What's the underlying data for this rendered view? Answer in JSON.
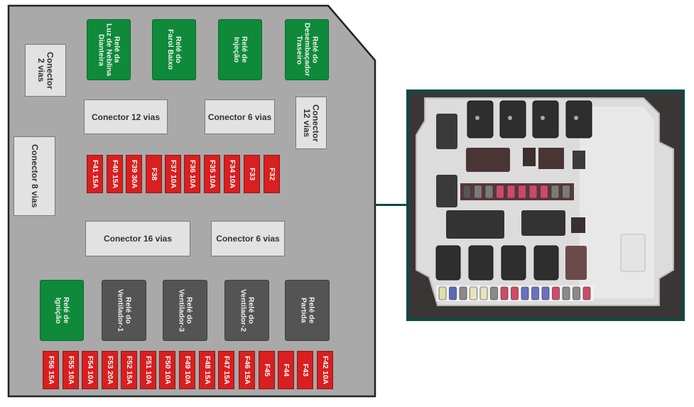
{
  "diagram": {
    "title": "Fuse/relay box layout",
    "colors": {
      "panel": "#a9a9a9",
      "frame": "#222222",
      "relay_green": "#0e8a3a",
      "relay_gray": "#555454",
      "fuse_red": "#d91f1f",
      "connector": "#e2e2e2",
      "leader": "#0b4a44"
    },
    "connectors": {
      "c2": "Conector\n2 vias",
      "c12_top": "Conector 12 vias",
      "c6_top": "Conector 6 vias",
      "c12_right": "Conector\n12 vias",
      "c8": "Conector 8 vias",
      "c16": "Conector 16 vias",
      "c6_mid": "Conector 6 vias"
    },
    "relays_top": [
      "Relé da\nLuz de Neblina\nDianteira",
      "Relé do\nFarol Baixo",
      "Relé de\nInjeção",
      "Relé do\nDesembaçador\nTraseiro"
    ],
    "relays_bottom": [
      {
        "label": "Relé de\nIgnição",
        "color": "green"
      },
      {
        "label": "Relé do\nVentilador-1",
        "color": "gray"
      },
      {
        "label": "Relé do\nVentilador-3",
        "color": "gray"
      },
      {
        "label": "Relé do\nVentilador-2",
        "color": "gray"
      },
      {
        "label": "Relé de\nPartida",
        "color": "gray"
      }
    ],
    "fuses_middle": [
      "F41 15A",
      "F40 15A",
      "F39 30A",
      "F38",
      "F37 10A",
      "F36 10A",
      "F35 10A",
      "F34 10A",
      "F33",
      "F32"
    ],
    "fuses_bottom": [
      "F56 15A",
      "F55 10A",
      "F54 10A",
      "F53 20A",
      "F52 15A",
      "F51 10A",
      "F50 10A",
      "F49 10A",
      "F48 15A",
      "F47 15A",
      "F46 15A",
      "F45",
      "F44",
      "F43",
      "F42 10A"
    ]
  },
  "photo": {
    "description": "Photograph of the actual fuse/relay box",
    "fuse_colors_middle_row": [
      "#555555",
      "#7a7a7a",
      "#7a7a7a",
      "#c94a6a",
      "#c94a6a",
      "#c94a6a",
      "#c94a6a",
      "#c94a6a",
      "#7a7a7a",
      "#7a7a7a"
    ],
    "fuse_colors_bottom_row": [
      "#e0dcb0",
      "#5a6ab8",
      "#8a8a8a",
      "#e8e2c0",
      "#e8e2c0",
      "#8a8a8a",
      "#d04a6a",
      "#d04a6a",
      "#6a72c0",
      "#6a72c0",
      "#6a72c0",
      "#d04a6a",
      "#8a8a8a",
      "#8a8a8a",
      "#d04a6a"
    ]
  }
}
